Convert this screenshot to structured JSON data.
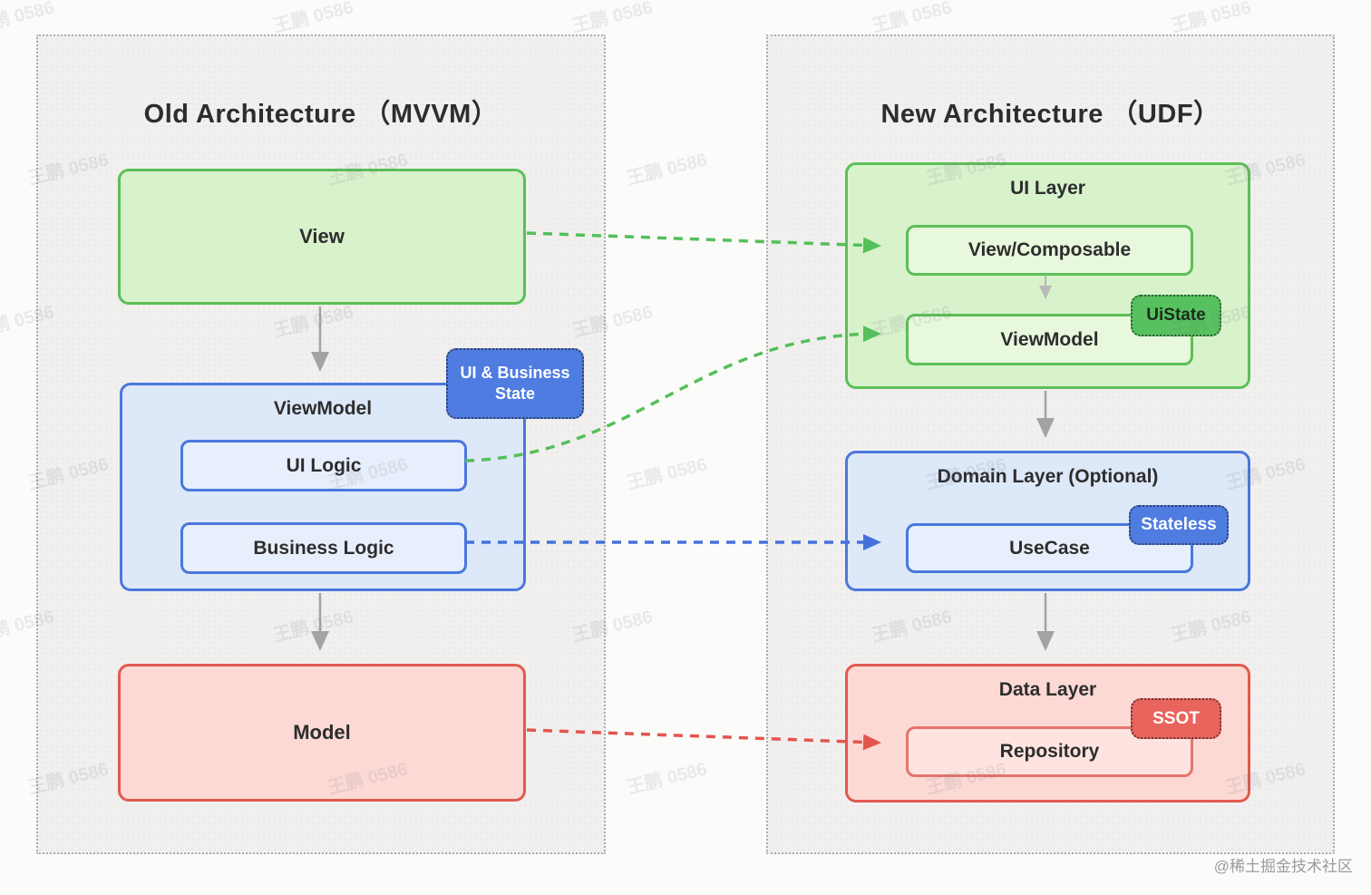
{
  "left_panel": {
    "title": "Old Architecture （MVVM）",
    "view": {
      "label": "View"
    },
    "viewmodel": {
      "label": "ViewModel",
      "badge": "UI & Business State",
      "ui_logic": {
        "label": "UI Logic"
      },
      "business_logic": {
        "label": "Business Logic"
      }
    },
    "model": {
      "label": "Model"
    }
  },
  "right_panel": {
    "title": "New Architecture （UDF）",
    "ui_layer": {
      "label": "UI Layer",
      "view_composable": {
        "label": "View/Composable"
      },
      "viewmodel": {
        "label": "ViewModel",
        "badge": "UiState"
      }
    },
    "domain_layer": {
      "label": "Domain Layer (Optional)",
      "usecase": {
        "label": "UseCase",
        "badge": "Stateless"
      }
    },
    "data_layer": {
      "label": "Data Layer",
      "repository": {
        "label": "Repository",
        "badge": "SSOT"
      }
    }
  },
  "watermark": {
    "text": "王鹏 0586"
  },
  "credit": "@稀土掘金技术社区",
  "colors": {
    "green_border": "#5cbf57",
    "green_fill": "#d8f2cc",
    "green_inner_fill": "#e7f8dc",
    "blue_border": "#4a78dd",
    "blue_fill": "#dde8f8",
    "blue_inner_fill": "#e8effc",
    "red_border": "#e05a50",
    "red_fill": "#fcd9d4",
    "red_inner_fill": "#fde4e0",
    "badge_blue": "#4f7ce0",
    "badge_green": "#56c15e",
    "badge_red": "#e8645c",
    "arrow_gray": "#a3a3a3",
    "dash_green": "#54bf5b",
    "dash_blue": "#4472dd",
    "dash_red": "#e2564e"
  }
}
